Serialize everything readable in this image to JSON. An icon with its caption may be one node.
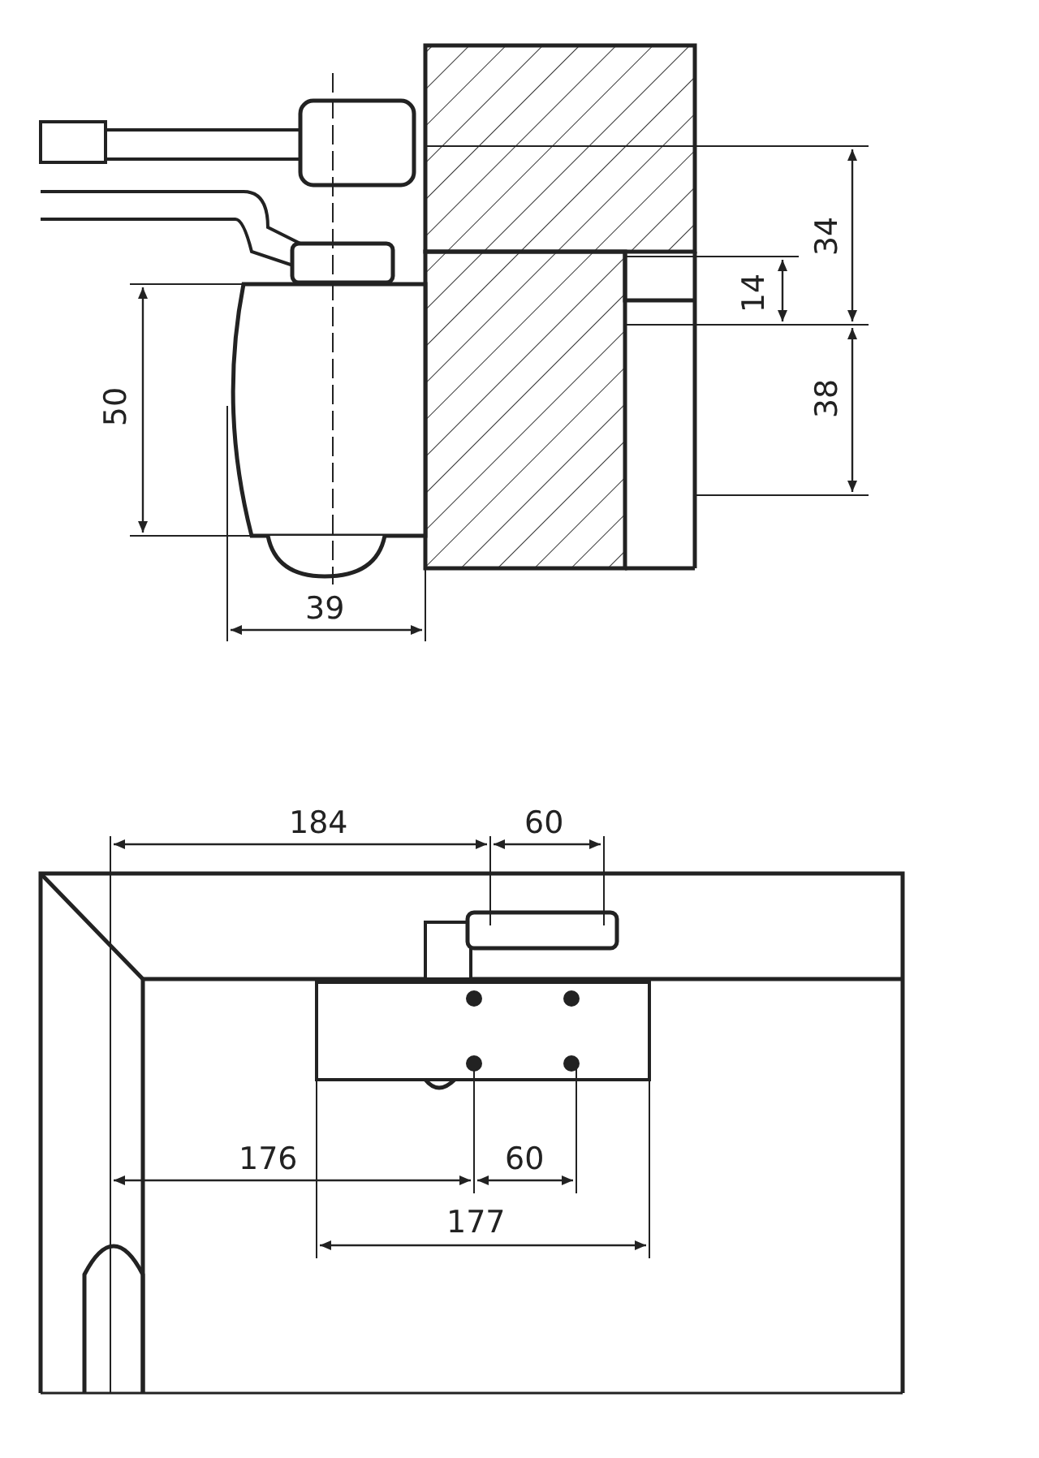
{
  "diagram": {
    "labels": [
      "34",
      "14",
      "38",
      "50",
      "39",
      "184",
      "60",
      "176",
      "60",
      "177"
    ]
  }
}
